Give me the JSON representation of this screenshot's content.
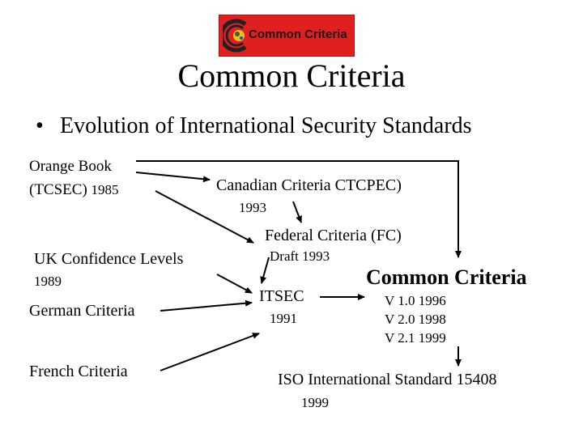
{
  "logo": {
    "text": "Common Criteria",
    "colors": {
      "background": "#e02020",
      "ring": "#222222"
    }
  },
  "title": "Common Criteria",
  "bullet": {
    "marker": "•",
    "text": "Evolution of International Security Standards"
  },
  "nodes": {
    "orange_book_1": "Orange Book",
    "orange_book_2": "(TCSEC)",
    "orange_book_year": "1985",
    "canadian": "Canadian Criteria CTCPEC)",
    "canadian_year": "1993",
    "federal": "Federal Criteria (FC)",
    "federal_draft": "Draft 1993",
    "uk": "UK Confidence Levels",
    "uk_year": "1989",
    "german": "German Criteria",
    "french": "French Criteria",
    "itsec": "ITSEC",
    "itsec_year": "1991",
    "common_criteria": "Common Criteria",
    "v1": "V 1.0 1996",
    "v2": "V 2.0 1998",
    "v21": "V 2.1 1999",
    "iso": "ISO International Standard 15408",
    "iso_year": "1999"
  }
}
